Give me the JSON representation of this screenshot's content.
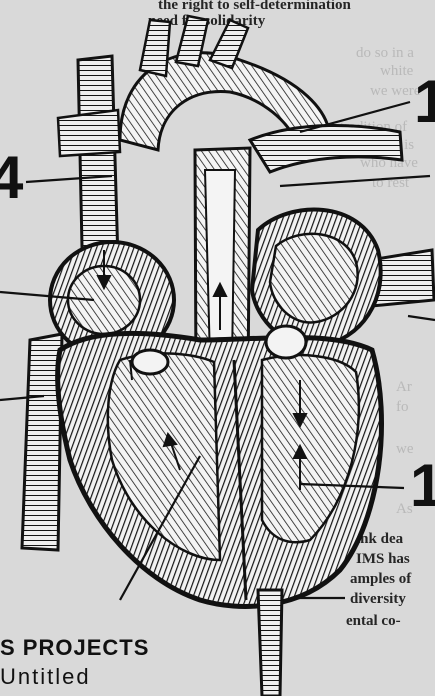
{
  "background_text": {
    "top_right_lines": [
      "the right to self-determination",
      "need for solidarity"
    ],
    "right_fragments": [
      "do so in a",
      "white",
      "we were",
      "tradition of",
      "it is",
      "who have",
      "to rest",
      "Ar",
      "fo",
      "we",
      "As",
      "ink dea",
      "IMS has",
      "amples of",
      "diversity",
      "ental co-"
    ]
  },
  "labels": {
    "left_number": "4",
    "top_right_number": "1",
    "bottom_right_number": "1"
  },
  "caption": {
    "title": "S PROJECTS",
    "subtitle": "Untitled"
  }
}
